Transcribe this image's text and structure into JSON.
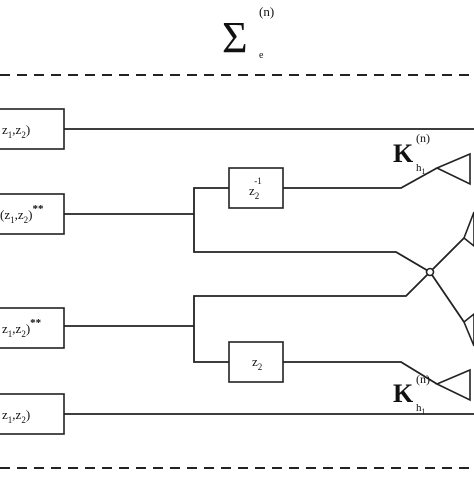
{
  "diagram": {
    "title": {
      "symbol": "Σ",
      "superscript": "(n)",
      "subscript": "e"
    },
    "left_blocks": [
      {
        "text": "z",
        "sub1": "1",
        "sep": ",z",
        "sub2": "2",
        "close": ")",
        "star": ""
      },
      {
        "text": "(z",
        "sub1": "1",
        "sep": ",z",
        "sub2": "2",
        "close": ")",
        "star": "**"
      },
      {
        "text": "z",
        "sub1": "1",
        "sep": ",z",
        "sub2": "2",
        "close": ")",
        "star": "**"
      },
      {
        "text": "z",
        "sub1": "1",
        "sep": ",z",
        "sub2": "2",
        "close": ")",
        "star": ""
      }
    ],
    "delay_blocks": [
      {
        "base": "z",
        "sub": "2",
        "sup": "-1"
      },
      {
        "base": "z",
        "sub": "2",
        "sup": ""
      }
    ],
    "gain_labels": [
      {
        "base": "K",
        "superscript": "(n)",
        "sub": "h",
        "subsub": "1"
      },
      {
        "base": "K",
        "superscript": "(n)",
        "sub": "h",
        "subsub": "1"
      }
    ]
  }
}
